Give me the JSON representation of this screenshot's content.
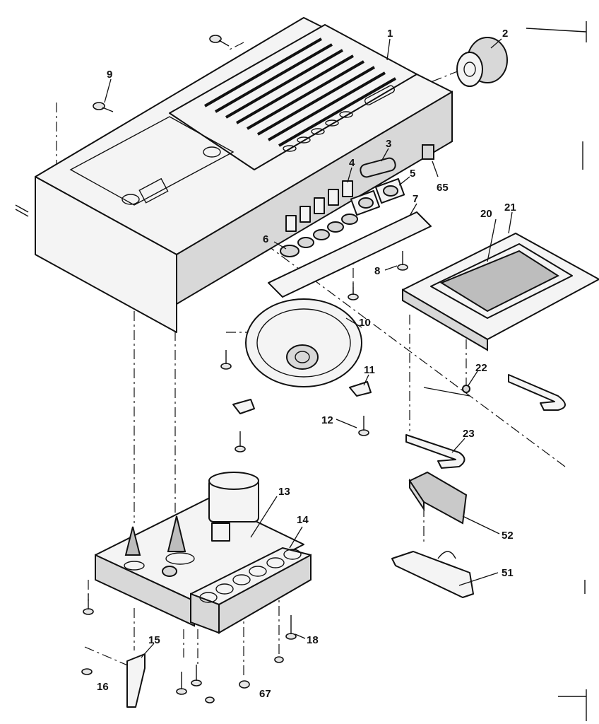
{
  "callouts": {
    "c1": "1",
    "c2": "2",
    "c3": "3",
    "c4": "4",
    "c5": "5",
    "c6": "6",
    "c7": "7",
    "c8": "8",
    "c9": "9",
    "c10": "10",
    "c11": "11",
    "c12": "12",
    "c13": "13",
    "c14": "14",
    "c15": "15",
    "c16": "16",
    "c18": "18",
    "c20": "20",
    "c21": "21",
    "c22": "22",
    "c23": "23",
    "c51": "51",
    "c52": "52",
    "c65": "65",
    "c67": "67"
  }
}
